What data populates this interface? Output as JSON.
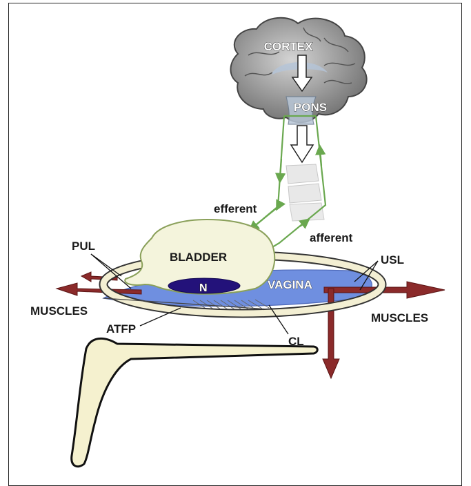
{
  "labels": {
    "cortex": "CORTEX",
    "pons": "PONS",
    "efferent": "efferent",
    "afferent": "afferent",
    "pul": "PUL",
    "bladder": "BLADDER",
    "usl": "USL",
    "n": "N",
    "vagina": "VAGINA",
    "muscles_left": "MUSCLES",
    "muscles_right": "MUSCLES",
    "atfp": "ATFP",
    "cl": "CL"
  },
  "colors": {
    "brain": "#8f8f8f",
    "nerve": "#6aa84f",
    "muscle": "#8b2a2a",
    "ring": "#f3efd3",
    "bladder": "#f4f4dc",
    "vagina": "#6f8fe0",
    "nucleus": "#23127a",
    "bone": "#f5f1cf"
  }
}
